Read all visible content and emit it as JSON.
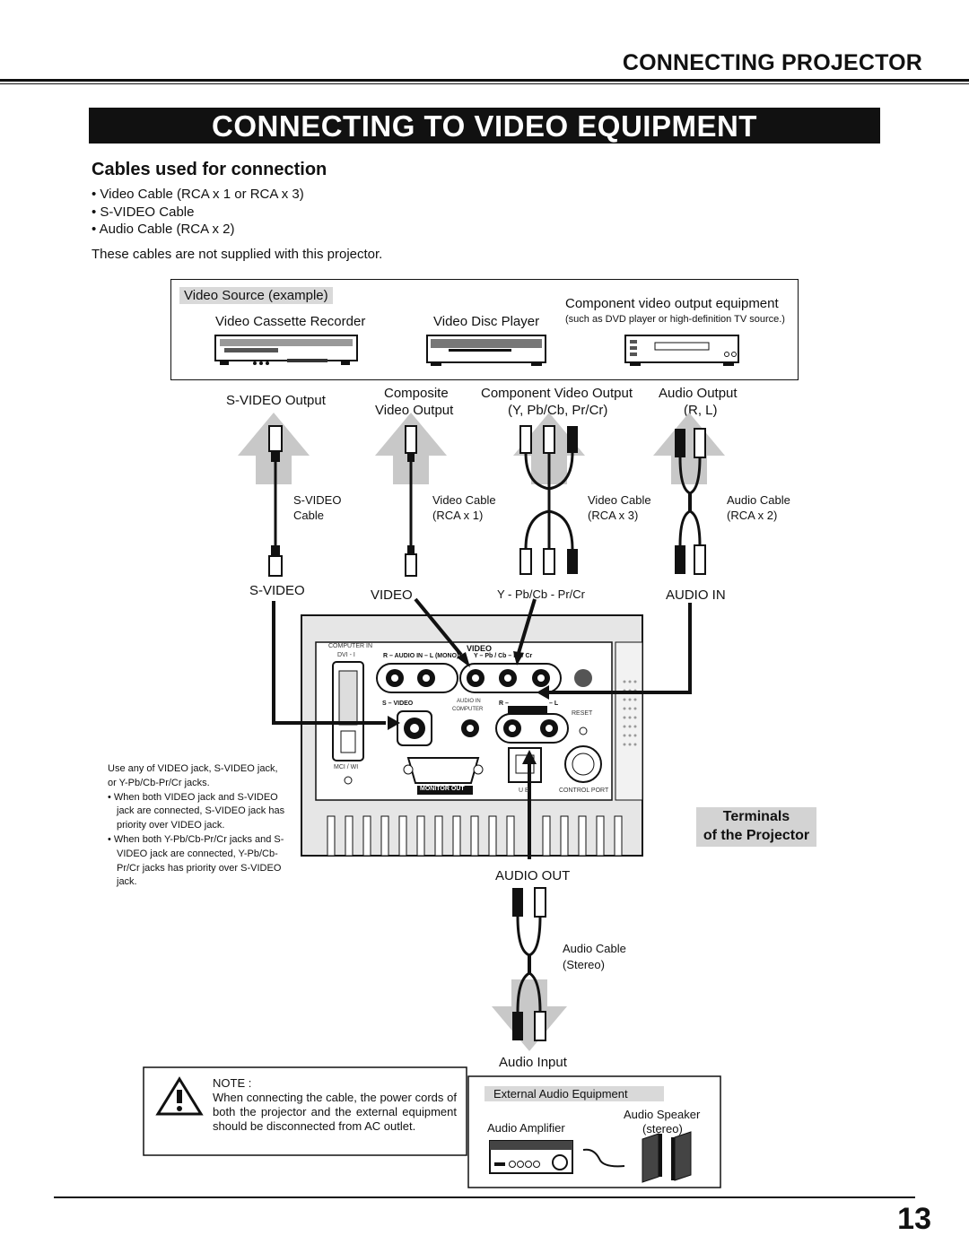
{
  "header": {
    "section": "CONNECTING PROJECTOR"
  },
  "banner": {
    "title": "CONNECTING TO VIDEO EQUIPMENT"
  },
  "cables": {
    "heading": "Cables used for connection",
    "items": [
      "• Video Cable (RCA x 1 or RCA x 3)",
      "• S-VIDEO Cable",
      "• Audio Cable (RCA x 2)"
    ],
    "note": "These cables are not supplied with this projector."
  },
  "source": {
    "tag": "Video Source (example)",
    "vcr": "Video Cassette Recorder",
    "vdp": "Video Disc Player",
    "component": "Component video output equipment",
    "component_note": "(such as DVD player or high-definition TV source.)"
  },
  "outputs": {
    "svideo": "S-VIDEO Output",
    "composite_1": "Composite",
    "composite_2": "Video Output",
    "component_1": "Component Video Output",
    "component_2": "(Y, Pb/Cb, Pr/Cr)",
    "audio_1": "Audio Output",
    "audio_2": "(R, L)"
  },
  "cable_labels": {
    "svideo_1": "S-VIDEO",
    "svideo_2": "Cable",
    "video_1": "Video Cable",
    "video_2": "(RCA x 1)",
    "video3_1": "Video Cable",
    "video3_2": "(RCA x 3)",
    "audio_1": "Audio Cable",
    "audio_2": "(RCA x 2)"
  },
  "inputs": {
    "svideo": "S-VIDEO",
    "video": "VIDEO",
    "ypbpr": "Y - Pb/Cb - Pr/Cr",
    "audio_in": "AUDIO IN"
  },
  "panel": {
    "computer_in": "COMPUTER IN",
    "dvi": "DVI - I",
    "audio_in_mono": "R – AUDIO IN – L (MONO)",
    "video": "VIDEO",
    "ypbpr": "Y  –  Pb / Cb  –  Pr / Cr",
    "svideo": "S – VIDEO",
    "audio_in_computer": "AUDIO IN",
    "computer": "COMPUTER",
    "audio_out_r": "R –",
    "audio_out": "AUDIO OUT",
    "audio_out_l": "– L",
    "reset": "RESET",
    "mci": "MCI / WI",
    "monitor_out": "MONITOR OUT",
    "usb": "U   B",
    "control_port": "CONTROL PORT"
  },
  "side_notes": {
    "intro": "Use any of VIDEO jack, S-VIDEO jack, or Y-Pb/Cb-Pr/Cr jacks.",
    "bullet1": "• When both VIDEO jack and S-VIDEO jack are connected, S-VIDEO jack has priority over VIDEO jack.",
    "bullet2": "• When both Y-Pb/Cb-Pr/Cr jacks and S-VIDEO jack are connected, Y-Pb/Cb-Pr/Cr jacks has priority over S-VIDEO jack."
  },
  "terminals": {
    "line1": "Terminals",
    "line2": "of the Projector"
  },
  "audio_out": {
    "label": "AUDIO OUT",
    "cable_1": "Audio Cable",
    "cable_2": "(Stereo)",
    "input": "Audio Input"
  },
  "note": {
    "title": "NOTE  :",
    "text": "When connecting the cable, the power cords of both the projector and the external equipment should be disconnected from AC outlet."
  },
  "external": {
    "tag": "External Audio Equipment",
    "amp": "Audio Amplifier",
    "speaker_1": "Audio Speaker",
    "speaker_2": "(stereo)"
  },
  "page": {
    "number": "13"
  }
}
